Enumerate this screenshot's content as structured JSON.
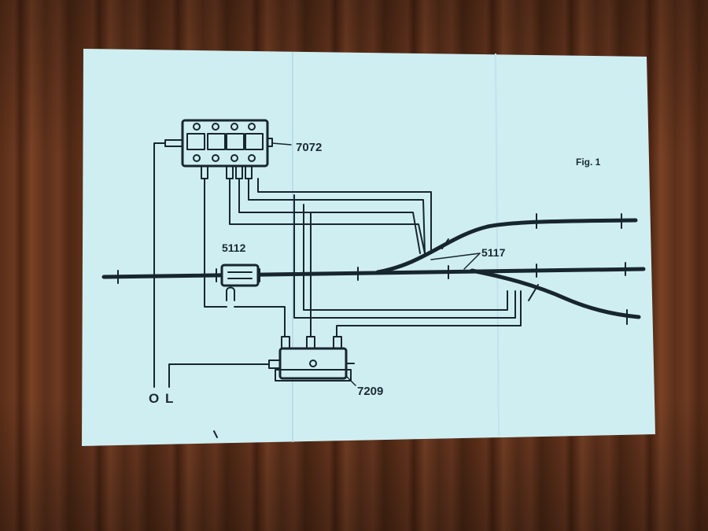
{
  "figure_label": "Fig. 1",
  "labels": {
    "switchboard": "7072",
    "uncoupler": "5112",
    "turnouts": "5117",
    "relay": "7209",
    "terminal_o": "O",
    "terminal_l": "L"
  },
  "colors": {
    "paper": "#cfeef2",
    "ink": "#17262e"
  }
}
